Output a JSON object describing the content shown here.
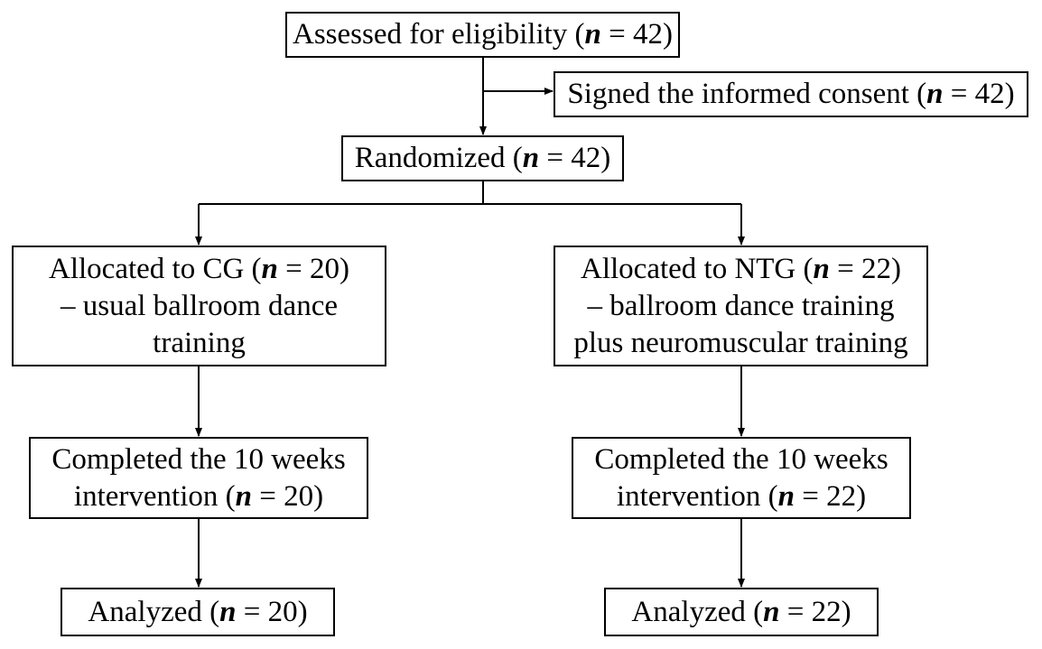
{
  "assessed": {
    "prefix": "Assessed for eligibility (",
    "n": "n",
    "suffix": " = 42)"
  },
  "consent": {
    "prefix": "Signed the informed consent (",
    "n": "n",
    "suffix": " = 42)"
  },
  "randomized": {
    "prefix": "Randomized (",
    "n": "n",
    "suffix": " = 42)"
  },
  "cg": {
    "allocated": {
      "prefix": "Allocated to CG (",
      "n": "n",
      "suffix": " = 20)",
      "line2": "– usual ballroom dance",
      "line3": "training"
    },
    "completed": {
      "line1": "Completed the 10 weeks",
      "prefix": "intervention (",
      "n": "n",
      "suffix": " = 20)"
    },
    "analyzed": {
      "prefix": "Analyzed (",
      "n": "n",
      "suffix": " = 20)"
    }
  },
  "ntg": {
    "allocated": {
      "prefix": "Allocated to NTG (",
      "n": "n",
      "suffix": " = 22)",
      "line2": "– ballroom dance training",
      "line3": "plus neuromuscular training"
    },
    "completed": {
      "line1": "Completed the 10 weeks",
      "prefix": "intervention (",
      "n": "n",
      "suffix": " = 22)"
    },
    "analyzed": {
      "prefix": "Analyzed (",
      "n": "n",
      "suffix": " = 22)"
    }
  }
}
